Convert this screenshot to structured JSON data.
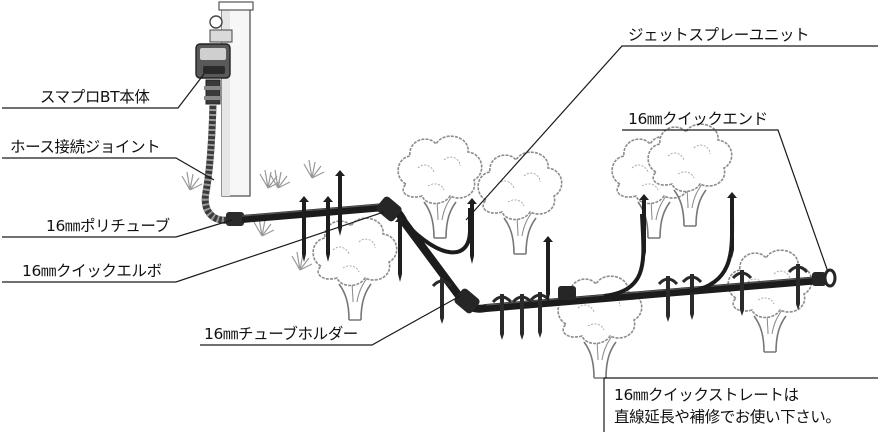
{
  "labels": {
    "unit": "スマプロBT本体",
    "hose_joint": "ホース接続ジョイント",
    "poly_tube": "16㎜ポリチューブ",
    "elbow": "16㎜クイックエルボ",
    "tube_holder": "16㎜チューブホルダー",
    "jet_spray": "ジェットスプレーユニット",
    "quick_end": "16㎜クイックエンド"
  },
  "note": {
    "line1": "16㎜クイックストレートは",
    "line2": "直線延長や補修でお使い下さい。"
  }
}
